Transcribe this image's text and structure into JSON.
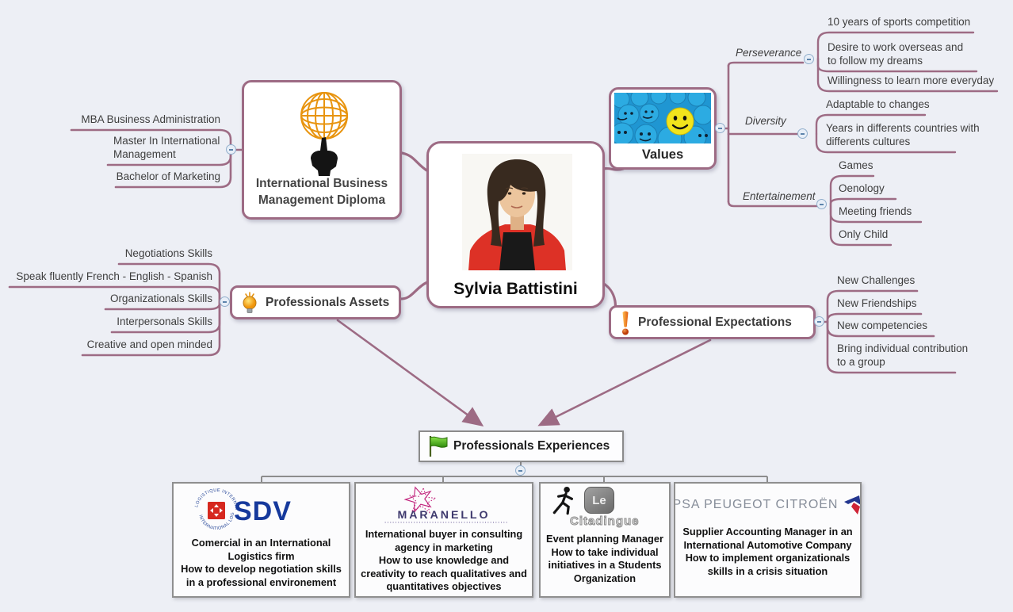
{
  "colors": {
    "background": "#edeff5",
    "branch": "#9d6b84",
    "connector_gray": "#8d8d8d",
    "label_text": "#3e3e3e",
    "sdv_blue": "#16399c",
    "sdv_red": "#d6281f",
    "maranello_pink": "#c2267e",
    "psa_blue": "#23368f",
    "psa_red": "#cf2436"
  },
  "center": {
    "name": "Sylvia Battistini"
  },
  "diploma": {
    "title": "International Business Management Diploma",
    "items": [
      "MBA Business Administration",
      "Master In International Management",
      "Bachelor of Marketing"
    ]
  },
  "values": {
    "title": "Values",
    "groups": [
      {
        "label": "Perseverance",
        "items": [
          "10 years of sports competition",
          "Desire to work overseas and to follow my dreams",
          "Willingness to learn more everyday"
        ]
      },
      {
        "label": "Diversity",
        "items": [
          "Adaptable to changes",
          "Years in differents countries with differents cultures"
        ]
      },
      {
        "label": "Entertainement",
        "items": [
          "Games",
          "Oenology",
          "Meeting friends",
          "Only Child"
        ]
      }
    ]
  },
  "assets": {
    "title": "Professionals Assets",
    "items": [
      "Negotiations Skills",
      "Speak fluently French - English - Spanish",
      "Organizationals Skills",
      "Interpersonals Skills",
      "Creative and open minded"
    ]
  },
  "expectations": {
    "title": "Professional Expectations",
    "items": [
      "New Challenges",
      "New Friendships",
      "New competencies",
      "Bring individual contribution to a group"
    ]
  },
  "experiences": {
    "title": "Professionals Experiences",
    "jobs": [
      {
        "logo": "SDV",
        "logo_arc_top": "LOGISTIQUE INTERNATIONALE",
        "logo_arc_bottom": "INTERNATIONAL LOGISTICS",
        "role": "Comercial in an International Logistics firm",
        "lesson": "How to develop negotiation skills in a professional environement"
      },
      {
        "logo": "MARANELLO",
        "role": "International buyer in consulting agency in marketing",
        "lesson": "How to use knowledge and creativity to reach qualitatives and quantitatives objectives"
      },
      {
        "logo_line1": "Le",
        "logo_line2": "Citadingue",
        "role": "Event planning Manager",
        "lesson": "How to take individual initiatives in a Students Organization"
      },
      {
        "logo": "PSA PEUGEOT CITROËN",
        "role": "Supplier Accounting Manager in an International Automotive Company",
        "lesson": "How to implement organizationals skills in a crisis situation"
      }
    ]
  }
}
